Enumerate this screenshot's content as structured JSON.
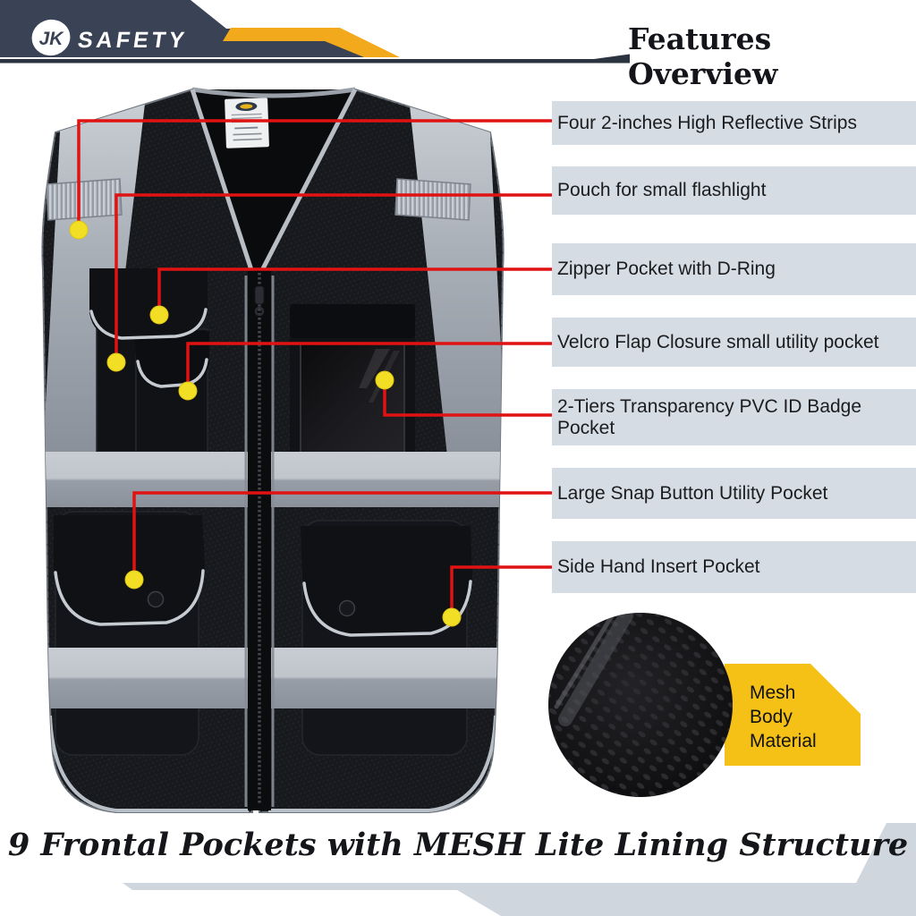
{
  "brand": {
    "monogram": "JK",
    "text": "SAFETY"
  },
  "header": {
    "title": "Features Overview"
  },
  "callouts": [
    {
      "label": "Four 2-inches High Reflective Strips"
    },
    {
      "label": "Pouch for small flashlight"
    },
    {
      "label": "Zipper Pocket with D-Ring"
    },
    {
      "label": "Velcro Flap Closure small utility pocket"
    },
    {
      "label": "2-Tiers Transparency PVC ID Badge Pocket"
    },
    {
      "label": "Large Snap Button Utility Pocket"
    },
    {
      "label": "Side Hand Insert Pocket"
    }
  ],
  "mesh_detail": {
    "label": "Mesh\nBody\nMaterial"
  },
  "footer": {
    "caption": "9 Frontal Pockets with MESH Lite Lining Structure"
  },
  "colors": {
    "navy": "#3a4355",
    "banner_yellow": "#f3a91c",
    "detail_yellow": "#f5c117",
    "line_red": "#e01212",
    "label_bg": "#d6dce4",
    "marker_yellow": "#f2df25",
    "band_gray": "#cfd6de",
    "text_dark": "#17181b"
  }
}
